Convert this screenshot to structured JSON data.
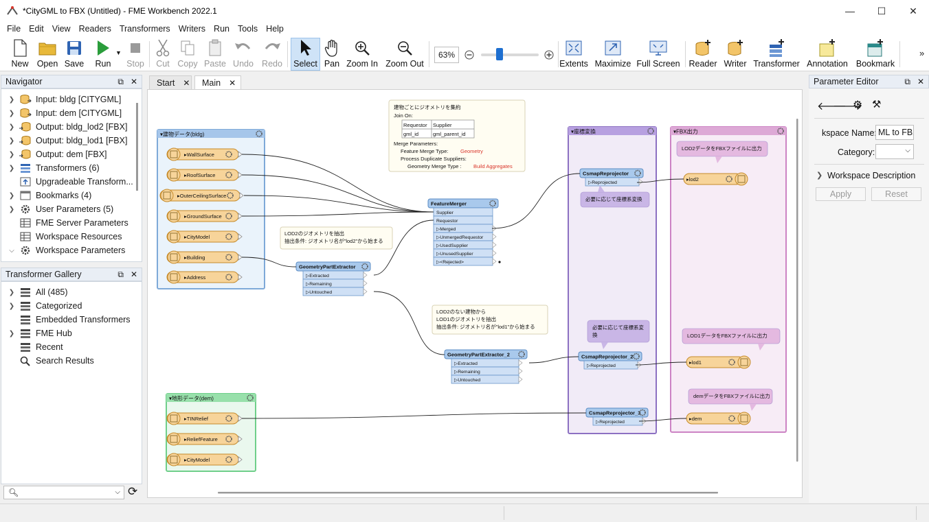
{
  "window": {
    "title": "*CityGML to FBX (Untitled) - FME Workbench 2022.1",
    "minimize": "—",
    "maximize": "☐",
    "close": "✕"
  },
  "menu": [
    "File",
    "Edit",
    "View",
    "Readers",
    "Transformers",
    "Writers",
    "Run",
    "Tools",
    "Help"
  ],
  "toolbar": {
    "new": "New",
    "open": "Open",
    "save": "Save",
    "run": "Run",
    "stop": "Stop",
    "cut": "Cut",
    "copy": "Copy",
    "paste": "Paste",
    "undo": "Undo",
    "redo": "Redo",
    "select": "Select",
    "pan": "Pan",
    "zoom_in": "Zoom In",
    "zoom_out": "Zoom Out",
    "zoom_level": "63%",
    "extents": "Extents",
    "maximize": "Maximize",
    "full_screen": "Full Screen",
    "reader": "Reader",
    "writer": "Writer",
    "transformer": "Transformer",
    "annotation": "Annotation",
    "bookmark": "Bookmark",
    "more": "»"
  },
  "navigator": {
    "title": "Navigator",
    "items": [
      {
        "label": "Input: bldg [CITYGML]",
        "icon": "reader-icon"
      },
      {
        "label": "Input: dem [CITYGML]",
        "icon": "reader-icon"
      },
      {
        "label": "Output: bldg_lod2 [FBX]",
        "icon": "writer-icon"
      },
      {
        "label": "Output: bldg_lod1 [FBX]",
        "icon": "writer-icon"
      },
      {
        "label": "Output: dem [FBX]",
        "icon": "writer-icon"
      },
      {
        "label": "Transformers (6)",
        "icon": "transformer-icon"
      },
      {
        "label": "Upgradeable Transform...",
        "icon": "upgrade-icon"
      },
      {
        "label": "Bookmarks (4)",
        "icon": "bookmark-icon"
      },
      {
        "label": "User Parameters (5)",
        "icon": "gear-icon"
      },
      {
        "label": "FME Server Parameters",
        "icon": "grid-icon"
      },
      {
        "label": "Workspace Resources",
        "icon": "grid-icon"
      },
      {
        "label": "Workspace Parameters",
        "icon": "gear-icon"
      }
    ]
  },
  "gallery": {
    "title": "Transformer Gallery",
    "items": [
      {
        "label": "All (485)",
        "icon": "list-icon"
      },
      {
        "label": "Categorized",
        "icon": "list-icon"
      },
      {
        "label": "Embedded Transformers",
        "icon": "list-icon"
      },
      {
        "label": "FME Hub",
        "icon": "list-icon"
      },
      {
        "label": "Recent",
        "icon": "list-icon"
      },
      {
        "label": "Search Results",
        "icon": "search-icon"
      }
    ],
    "search_placeholder": ""
  },
  "tabs": [
    {
      "label": "Start",
      "close": "✕"
    },
    {
      "label": "Main",
      "close": "✕"
    }
  ],
  "parameter_editor": {
    "title": "Parameter Editor",
    "workspace_name_label": "kspace Name:",
    "workspace_name_value": "ML to FBX",
    "category_label": "Category:",
    "workspace_description": "Workspace Description",
    "apply": "Apply",
    "reset": "Reset"
  },
  "canvas": {
    "bookmarks": [
      {
        "id": "bm_bldg",
        "title": "建物データ(bldg)"
      },
      {
        "id": "bm_crs",
        "title": "座標変換"
      },
      {
        "id": "bm_fbx",
        "title": "FBX出力"
      },
      {
        "id": "bm_dem",
        "title": "地形データ(dem)"
      }
    ],
    "readers_bldg": [
      "WallSurface",
      "RoofSurface",
      "OuterCeilingSurface",
      "GroundSurface",
      "CityModel",
      "Building",
      "Address"
    ],
    "readers_dem": [
      "TINRelief",
      "ReliefFeature",
      "CityModel"
    ],
    "feature_merger": {
      "name": "FeatureMerger",
      "inputs": [
        "Supplier",
        "Requestor"
      ],
      "outputs": [
        "Merged",
        "UnmergedRequestor",
        "UsedSupplier",
        "UnusedSupplier",
        "<Rejected>"
      ]
    },
    "gpe1": {
      "name": "GeometryPartExtractor",
      "outputs": [
        "Extracted",
        "Remaining",
        "Untouched"
      ]
    },
    "gpe2": {
      "name": "GeometryPartExtractor_2",
      "outputs": [
        "Extracted",
        "Remaining",
        "Untouched"
      ]
    },
    "csmap1": {
      "name": "CsmapReprojector",
      "output": "Reprojected"
    },
    "csmap2": {
      "name": "CsmapReprojector_2",
      "output": "Reprojected"
    },
    "csmap3": {
      "name": "CsmapReprojector_3",
      "output": "Reprojected"
    },
    "writers": [
      "lod2",
      "lod1",
      "dem"
    ],
    "annotations": {
      "merge_title": "建物ごとにジオメトリを集約",
      "join_on": "Join On:",
      "join_table": [
        [
          "Requestor",
          "Supplier"
        ],
        [
          "gml_id",
          "gml_parent_id"
        ]
      ],
      "merge_params": "Merge Parameters:",
      "feature_merge_type_label": "Feature Merge Type:",
      "feature_merge_type_value": "Geometry",
      "process_dup": "Process Duplicate Suppliers:",
      "geometry_merge_type_label": "Geometry Merge Type :",
      "geometry_merge_type_value": "Build Aggregates",
      "lod2_line1": "LOD2のジオメトリを抽出",
      "lod2_line2": "抽出条件: ジオメトリ名が\"lod2\"から始まる",
      "lod1_line1": "LOD2のない建物から",
      "lod1_line2": "LOD1のジオメトリを抽出",
      "lod1_line3": "抽出条件: ジオメトリ名が\"lod1\"から始まる",
      "crs1": "必要に応じて座標系変換",
      "crs2_line1": "必要に応じて座標系変",
      "crs2_line2": "換",
      "fbx_lod2": "LOD2データをFBXファイルに出力",
      "fbx_lod1": "LOD1データをFBXファイルに出力",
      "fbx_dem": "demデータをFBXファイルに出力"
    }
  },
  "colors": {
    "reader_fill": "#f7d49a",
    "reader_stroke": "#c58a2a",
    "transformer_fill": "#a9c9ec",
    "transformer_stroke": "#5a8cc4",
    "bookmark_blue": "#eaf3fb",
    "bookmark_purple": "#f1ebf7",
    "bookmark_pink": "#f7ecf6",
    "bookmark_green": "#eaf8ee",
    "annotation_fill": "#fffdf2",
    "crs_note_fill": "#c9b6e6",
    "fbx_note_fill": "#e4b9e0",
    "accent_red": "#d9352a"
  }
}
